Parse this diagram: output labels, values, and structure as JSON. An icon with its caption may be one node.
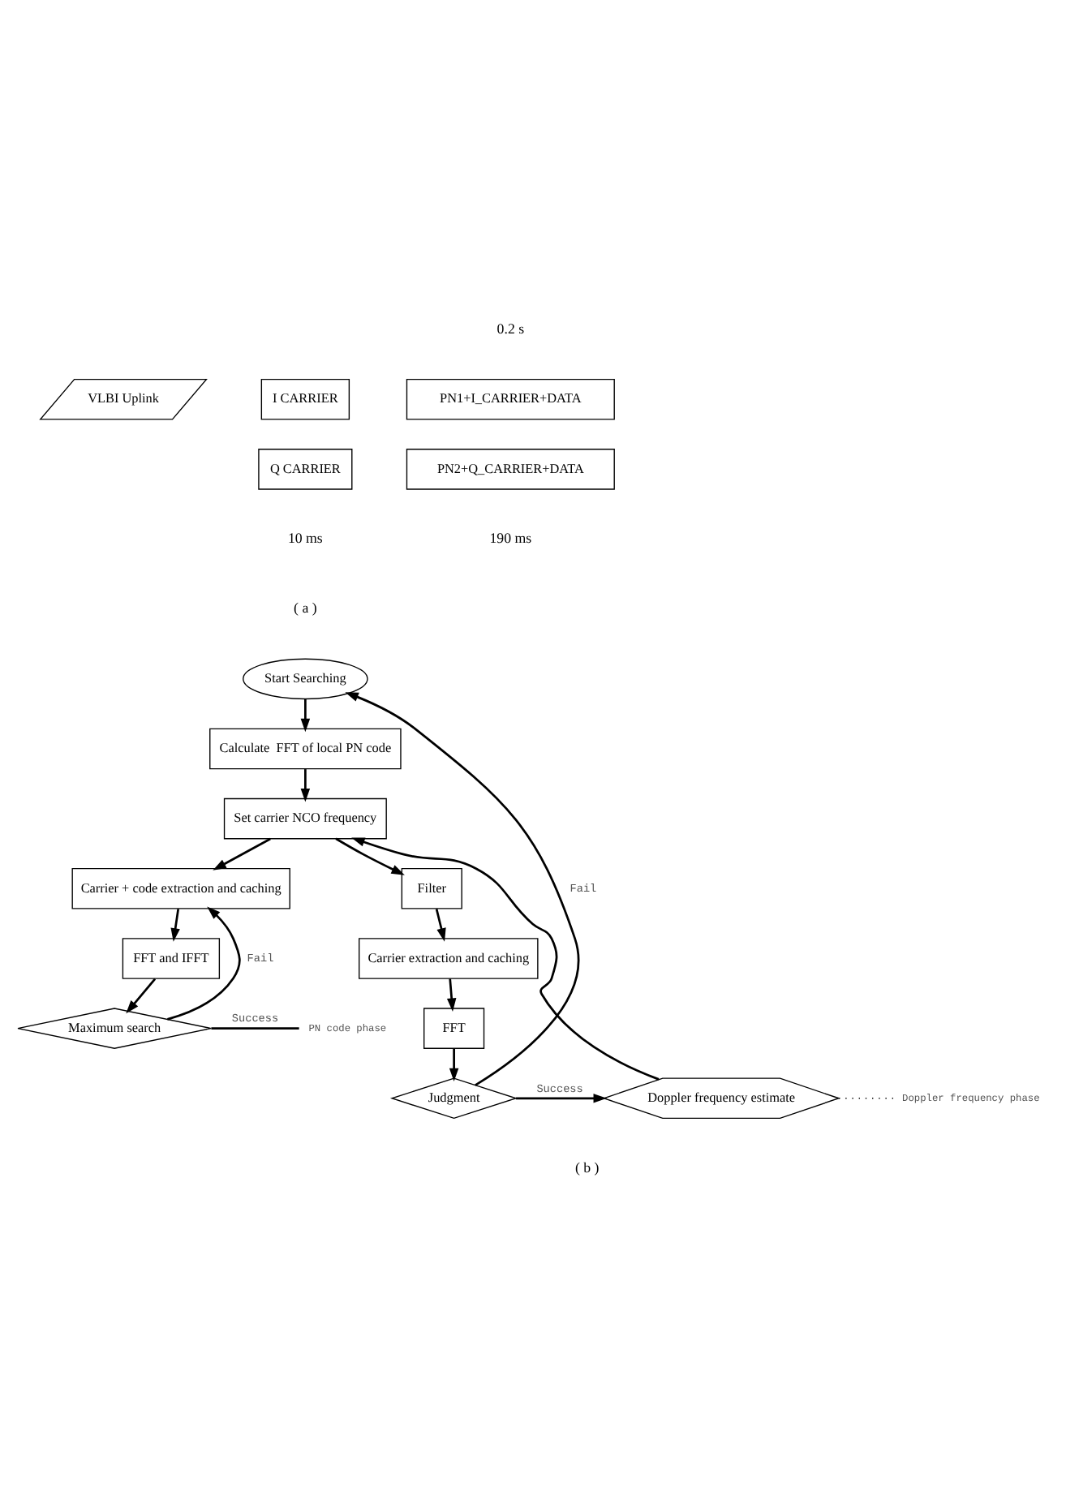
{
  "diagram": {
    "nodes": [
      {
        "text": [
          "VLBI Uplink"
        ]
      },
      {
        "text": [
          "I CARRIER"
        ]
      },
      {
        "text": [
          "PN1+I_CARRIER+DATA"
        ]
      },
      {
        "text": [
          "Q CARRIER"
        ]
      },
      {
        "text": [
          "PN2+Q_CARRIER+DATA"
        ]
      },
      {
        "text": [
          "Start Searching"
        ]
      },
      {
        "text": [
          "Calculate  FFT of local PN code"
        ]
      },
      {
        "text": [
          "Set carrier NCO frequency"
        ]
      },
      {
        "text": [
          "Carrier + code extraction and caching"
        ]
      },
      {
        "text": [
          "Filter"
        ]
      },
      {
        "text": [
          "FFT and IFFT"
        ]
      },
      {
        "text": [
          "Carrier extraction and caching"
        ]
      },
      {
        "text": [
          "Maximum search"
        ]
      },
      {
        "text": [
          "FFT"
        ]
      },
      {
        "text": [
          "Judgment"
        ]
      },
      {
        "text": [
          "Doppler frequency estimate"
        ]
      },
      {
        "text": [
          "PN code phase"
        ]
      },
      {
        "text": [
          "Doppler frequency phase"
        ]
      }
    ],
    "edges": [
      {
        "from": 5,
        "to": 6,
        "arrow": "to"
      },
      {
        "from": 6,
        "to": 7,
        "arrow": "to"
      },
      {
        "from": 7,
        "to": 9,
        "arrow": "to"
      },
      {
        "from": 7,
        "to": 8,
        "arrow": "to"
      },
      {
        "from": 9,
        "to": 11,
        "arrow": "to"
      },
      {
        "from": 8,
        "to": 10,
        "arrow": "to"
      },
      {
        "from": 11,
        "to": 13,
        "arrow": "to"
      },
      {
        "from": 10,
        "to": 12,
        "arrow": "to"
      },
      {
        "from": 13,
        "to": 14,
        "arrow": "to"
      },
      {
        "from": 12,
        "to": 8,
        "label": "Fail",
        "arrow": "to"
      },
      {
        "from": 12,
        "to": 16,
        "label": "Success",
        "arrow": "none"
      },
      {
        "from": 14,
        "to": 15,
        "label": "Success",
        "arrow": "to"
      },
      {
        "from": 14,
        "to": 5,
        "label": "Fail",
        "arrow": "to"
      },
      {
        "from": 15,
        "to": 7,
        "arrow": "to"
      },
      {
        "from": 15,
        "to": 17,
        "arrow": "none",
        "style": "dashed"
      }
    ],
    "labels": [
      "0.2 s",
      "10 ms",
      "190 ms",
      "( a )",
      "( b )"
    ]
  }
}
